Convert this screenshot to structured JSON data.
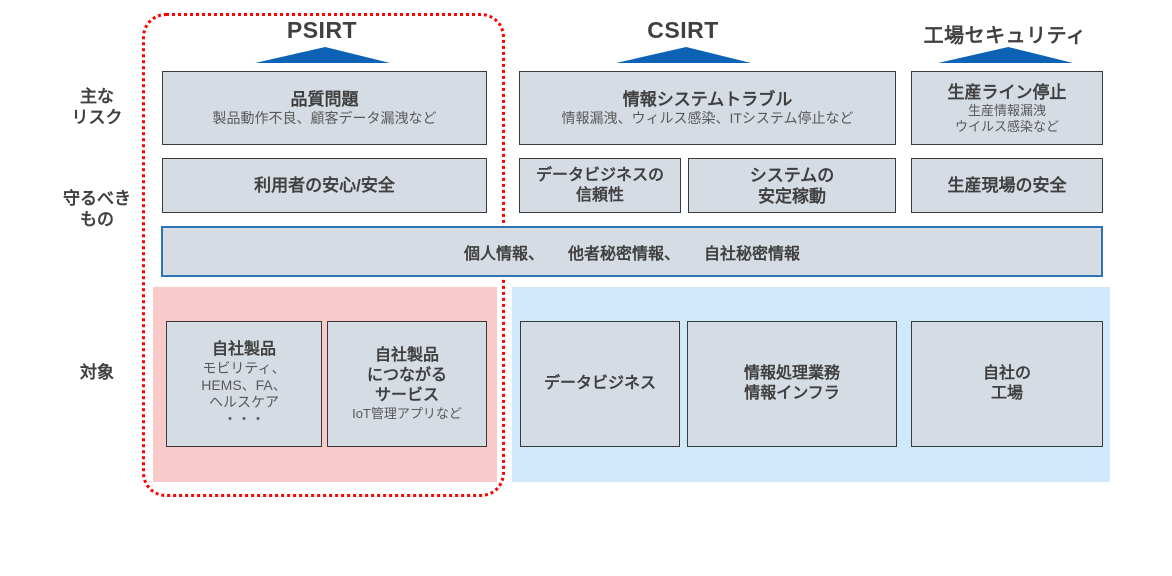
{
  "colors": {
    "box_fill": "#d6dce4",
    "box_border": "#3a3a3a",
    "triangle_blue": "#0c63b6",
    "info_bar_border": "#2e75b6",
    "scope_outline_red": "#ff0000",
    "pink_zone": "#f8caca",
    "blue_zone": "#cfe9fb",
    "text_dark": "#404040",
    "text_sub": "#595959"
  },
  "side_labels": {
    "risks": "主な\nリスク",
    "protect": "守るべき\nもの",
    "target": "対象"
  },
  "columns": {
    "psirt": {
      "title": "PSIRT"
    },
    "csirt": {
      "title": "CSIRT"
    },
    "factory": {
      "title": "工場セキュリティ"
    }
  },
  "risk_boxes": {
    "psirt": {
      "title": "品質問題",
      "desc": "製品動作不良、顧客データ漏洩など"
    },
    "csirt": {
      "title": "情報システムトラブル",
      "desc": "情報漏洩、ウィルス感染、ITシステム停止など"
    },
    "factory": {
      "title": "生産ライン停止",
      "desc": "生産情報漏洩\nウイルス感染など"
    }
  },
  "protect_boxes": {
    "users": {
      "label": "利用者の安心/安全"
    },
    "data_business": {
      "label": "データビジネスの\n信頼性"
    },
    "system": {
      "label": "システムの\n安定稼動"
    },
    "production": {
      "label": "生産現場の安全"
    }
  },
  "info_bar": {
    "label": "個人情報、　　他者秘密情報、　　自社秘密情報"
  },
  "target_boxes": {
    "own_products": {
      "title": "自社製品",
      "desc": "モビリティ、\nHEMS、FA、\nヘルスケア\n・・・"
    },
    "services": {
      "title": "自社製品\nにつながる\nサービス",
      "desc": "IoT管理アプリなど"
    },
    "data_business": {
      "title": "データビジネス"
    },
    "info_processing": {
      "title": "情報処理業務\n情報インフラ"
    },
    "own_factory": {
      "title": "自社の\n工場"
    }
  }
}
